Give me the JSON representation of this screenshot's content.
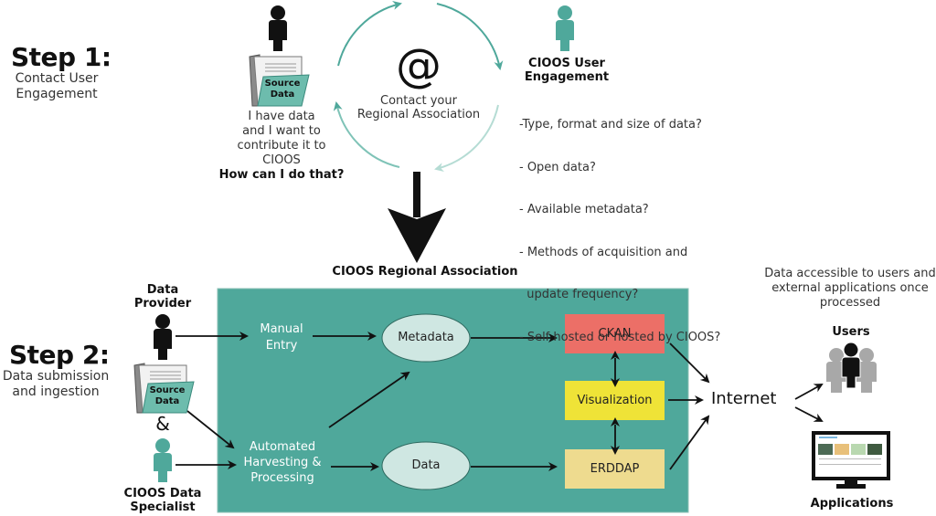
{
  "step1": {
    "title": "Step 1:",
    "subtitle_lines": [
      "Contact User",
      "Engagement"
    ],
    "provider_caption_lines": [
      "I have data",
      "and I want to",
      "contribute it to",
      "CIOOS"
    ],
    "provider_question": "How can I do that?",
    "source_data_lines": [
      "Source",
      "Data"
    ],
    "cycle_icon": "at-sign-icon",
    "cycle_text_lines": [
      "Contact your",
      "Regional Association"
    ],
    "engagement_title_lines": [
      "CIOOS User",
      "Engagement"
    ],
    "questions": [
      "-Type, format and size of data?",
      "- Open data?",
      "- Available metadata?",
      "- Methods of acquisition and",
      "  update frequency?",
      "- Self hosted or hosted by CIOOS?"
    ]
  },
  "step2": {
    "title": "Step 2:",
    "subtitle_lines": [
      "Data submission",
      "and ingestion"
    ],
    "data_provider_lines": [
      "Data",
      "Provider"
    ],
    "source_data_lines": [
      "Source",
      "Data"
    ],
    "ampersand": "&",
    "specialist_lines": [
      "CIOOS Data",
      "Specialist"
    ],
    "ra_title": "CIOOS Regional Association",
    "manual_entry_lines": [
      "Manual",
      "Entry"
    ],
    "automated_lines": [
      "Automated",
      "Harvesting &",
      "Processing"
    ],
    "metadata": "Metadata",
    "data": "Data",
    "ckan": "CKAN",
    "visualization": "Visualization",
    "erddap": "ERDDAP",
    "internet": "Internet",
    "accessible_lines": [
      "Data accessible to users and",
      "external applications once",
      "processed"
    ],
    "users": "Users",
    "applications": "Applications"
  },
  "colors": {
    "teal": "#4fa89b",
    "teal_light": "#cfe7e2",
    "ckan": "#ec6f67",
    "visualization": "#efe337",
    "erddap": "#eedb8f",
    "gray_person": "#a8a8a8"
  }
}
